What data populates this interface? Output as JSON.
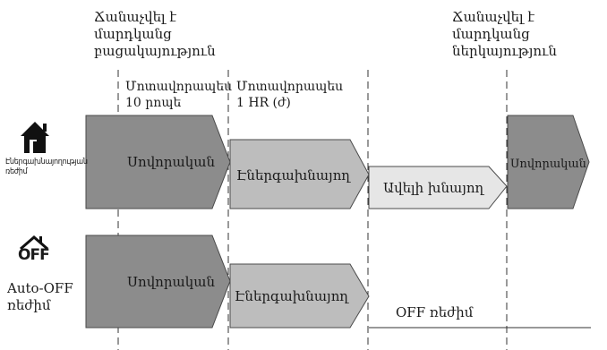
{
  "events": {
    "absence_detected": "Ճանաչվել է\nմարդկանց\nբացակայություն",
    "presence_detected": "Ճանաչվել է\nմարդկանց\nներկայություն"
  },
  "durations": {
    "ten_min": "Մոտավորապես\n10 րոպե",
    "one_hr": "Մոտավորապես\n1 HR (ժ)"
  },
  "row1": {
    "label": "Էներգախնայողության ռեժիմ",
    "icon": "house-icon",
    "stage1": "Սովորական",
    "stage2": "Էներգախնայող",
    "stage3": "Ավելի խնայող",
    "stage4": "Սովորական"
  },
  "row2": {
    "label_line1": "Auto-OFF",
    "label_line2": "ռեժիմ",
    "icon": "off-house-icon",
    "stage1": "Սովորական",
    "stage2": "Էներգախնայող",
    "off_mode": "OFF ռեժիմ"
  },
  "colors": {
    "dark": "#8c8c8c",
    "medium": "#bdbdbd",
    "light": "#e6e6e6",
    "stroke": "#4a4a4a"
  }
}
